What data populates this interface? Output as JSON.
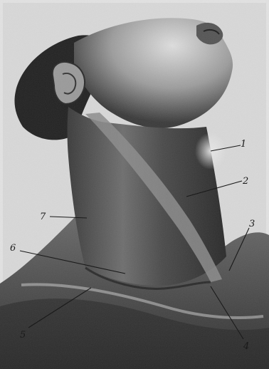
{
  "figure": {
    "subject": "neck-anatomy-surface-illustration",
    "callouts": [
      {
        "label": "1"
      },
      {
        "label": "2"
      },
      {
        "label": "3"
      },
      {
        "label": "4"
      },
      {
        "label": "5"
      },
      {
        "label": "6"
      },
      {
        "label": "7"
      }
    ]
  },
  "colors": {
    "background": "#ffffff",
    "paper_tone": "#dcdcdc",
    "mid_shadow": "#7a7a7a",
    "deep_shadow": "#2e2e2e",
    "ink": "#1a1a1a"
  }
}
